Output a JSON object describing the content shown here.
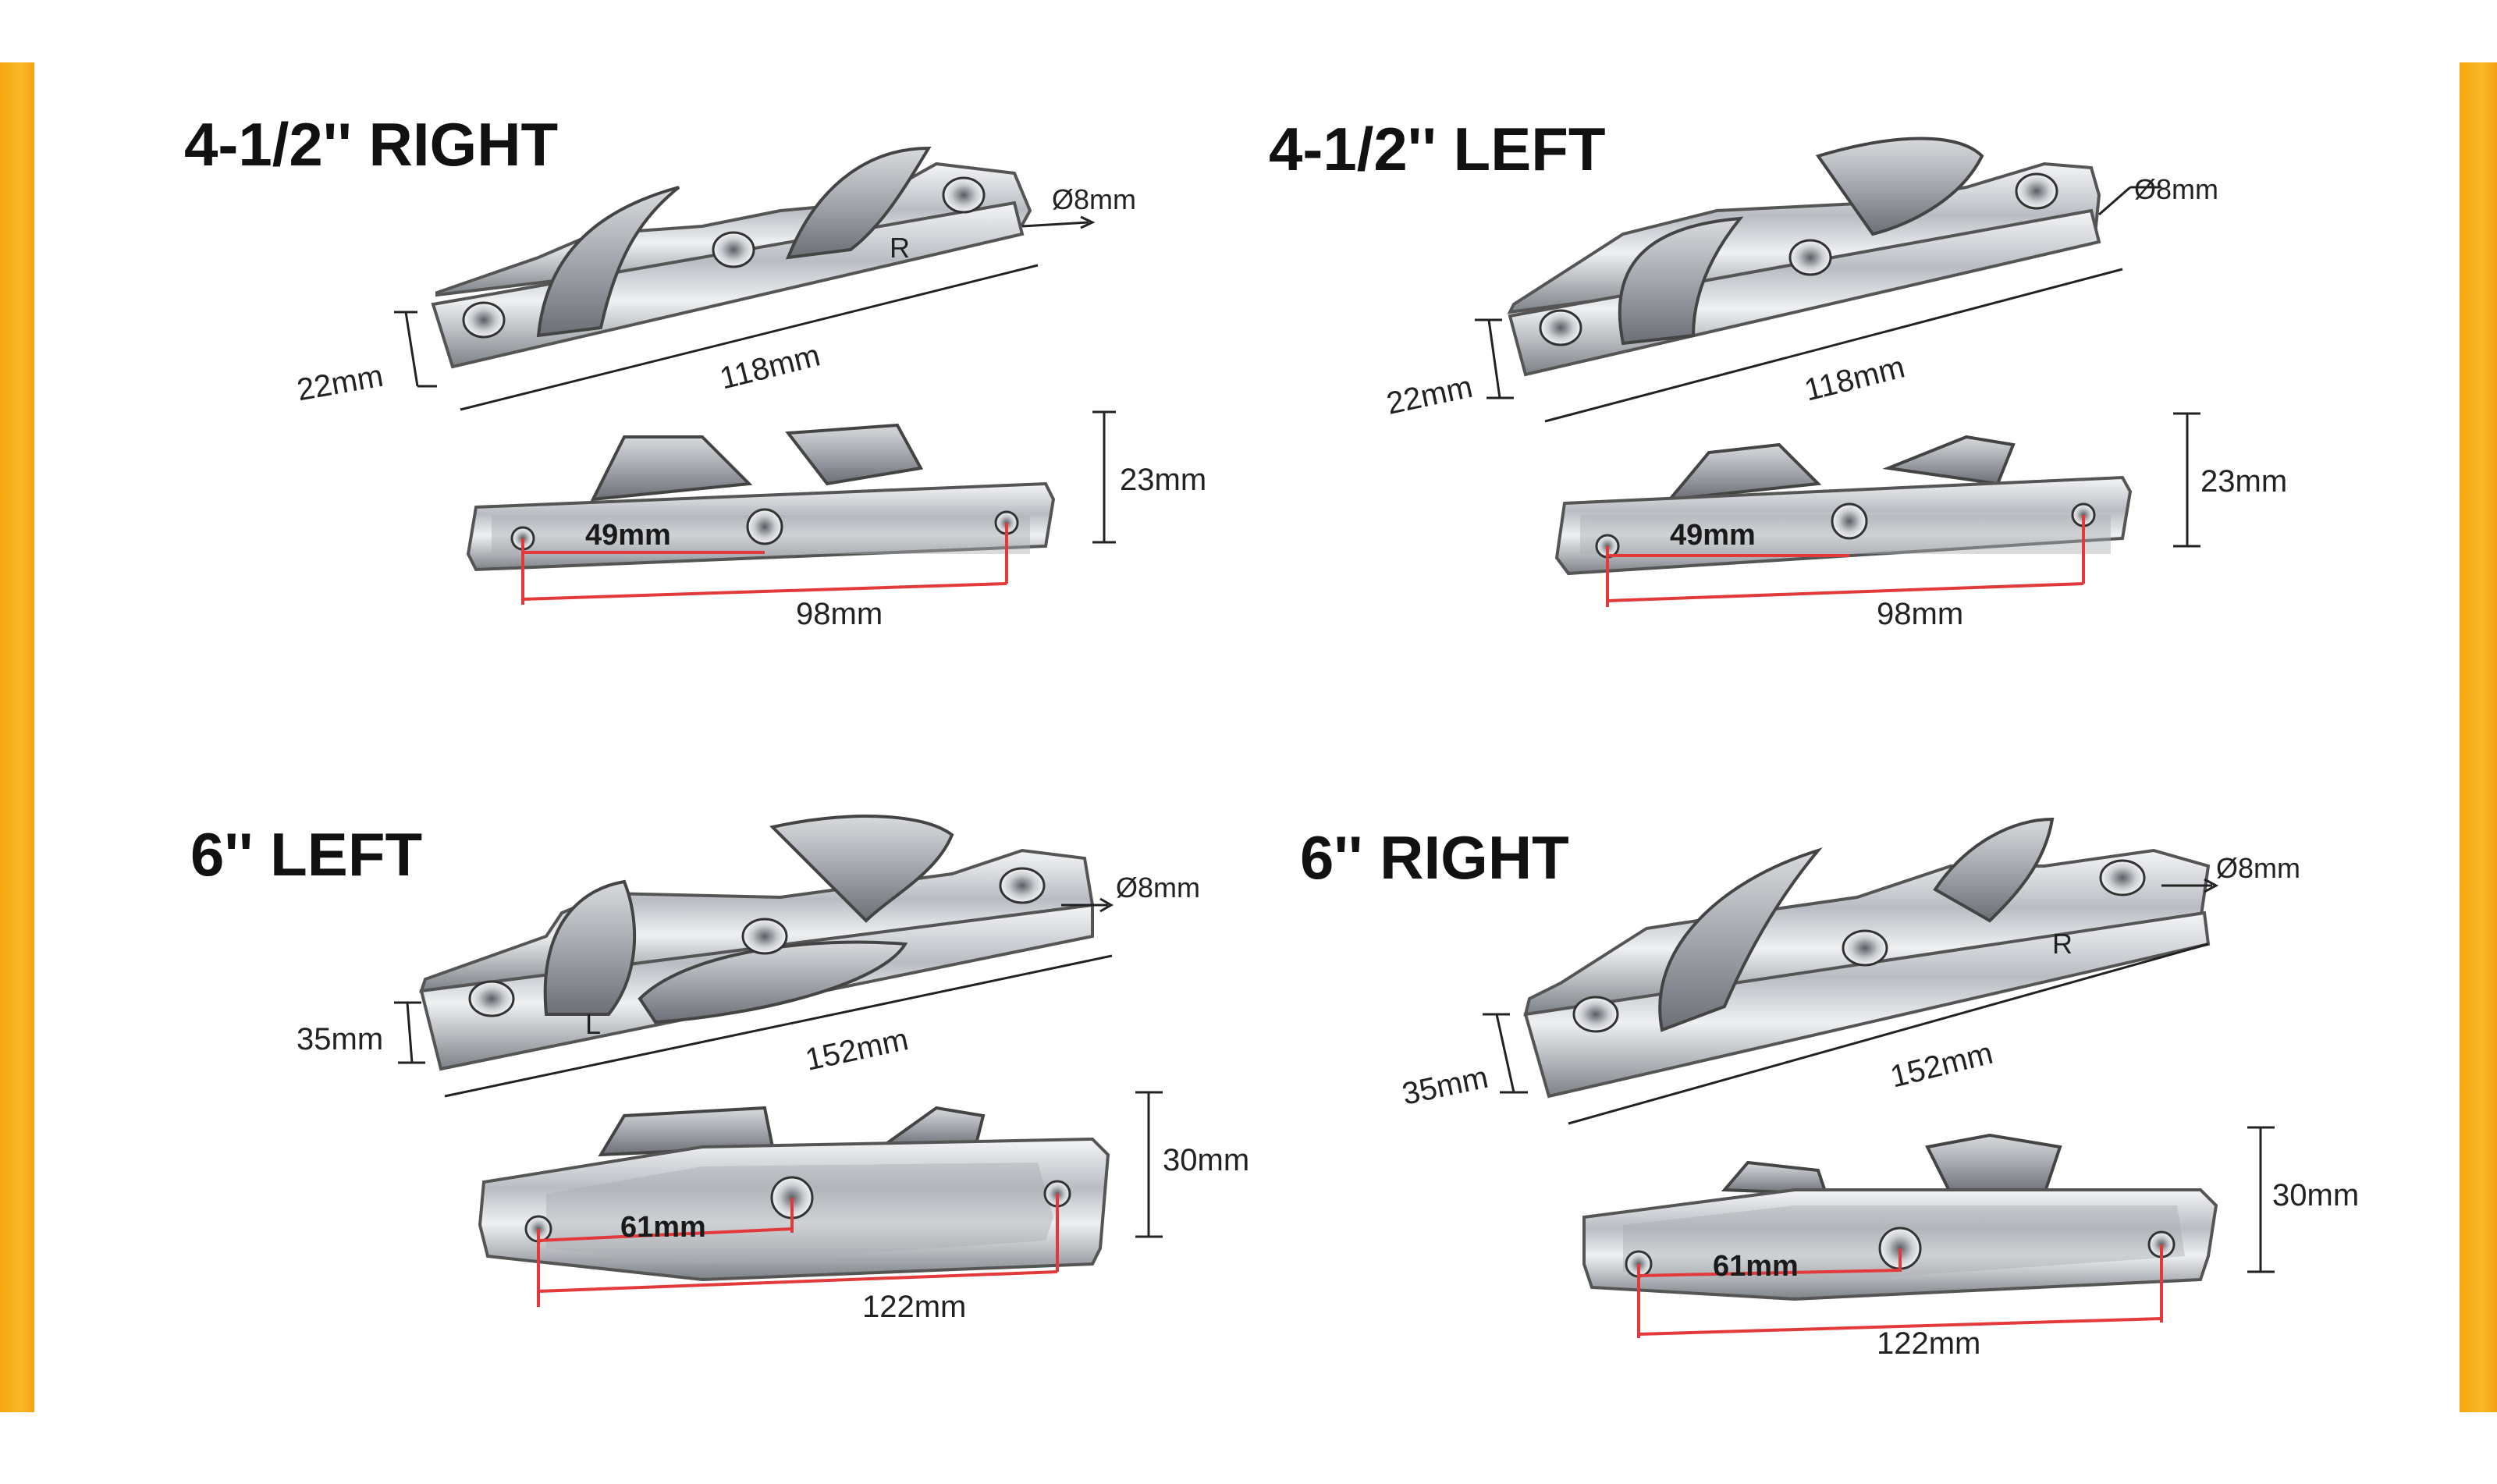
{
  "panels": [
    {
      "title": "4-1/2'' RIGHT",
      "width_label": "22mm",
      "length_label": "118mm",
      "hole_label": "Ø8mm",
      "height_label": "23mm",
      "center_label": "49mm",
      "span_label": "98mm",
      "mark": "R"
    },
    {
      "title": "4-1/2''  LEFT",
      "width_label": "22mm",
      "length_label": "118mm",
      "hole_label": "Ø8mm",
      "height_label": "23mm",
      "center_label": "49mm",
      "span_label": "98mm",
      "mark": ""
    },
    {
      "title": "6''  LEFT",
      "width_label": "35mm",
      "length_label": "152mm",
      "hole_label": "Ø8mm",
      "height_label": "30mm",
      "center_label": "61mm",
      "span_label": "122mm",
      "mark": "L"
    },
    {
      "title": "6''  RIGHT",
      "width_label": "35mm",
      "length_label": "152mm",
      "hole_label": "Ø8mm",
      "height_label": "30mm",
      "center_label": "61mm",
      "span_label": "122mm",
      "mark": "R"
    }
  ],
  "colors": {
    "accent_bar": "#f6a50d",
    "dimension_red": "#e23a3a",
    "steel": "#c9ccd1"
  }
}
